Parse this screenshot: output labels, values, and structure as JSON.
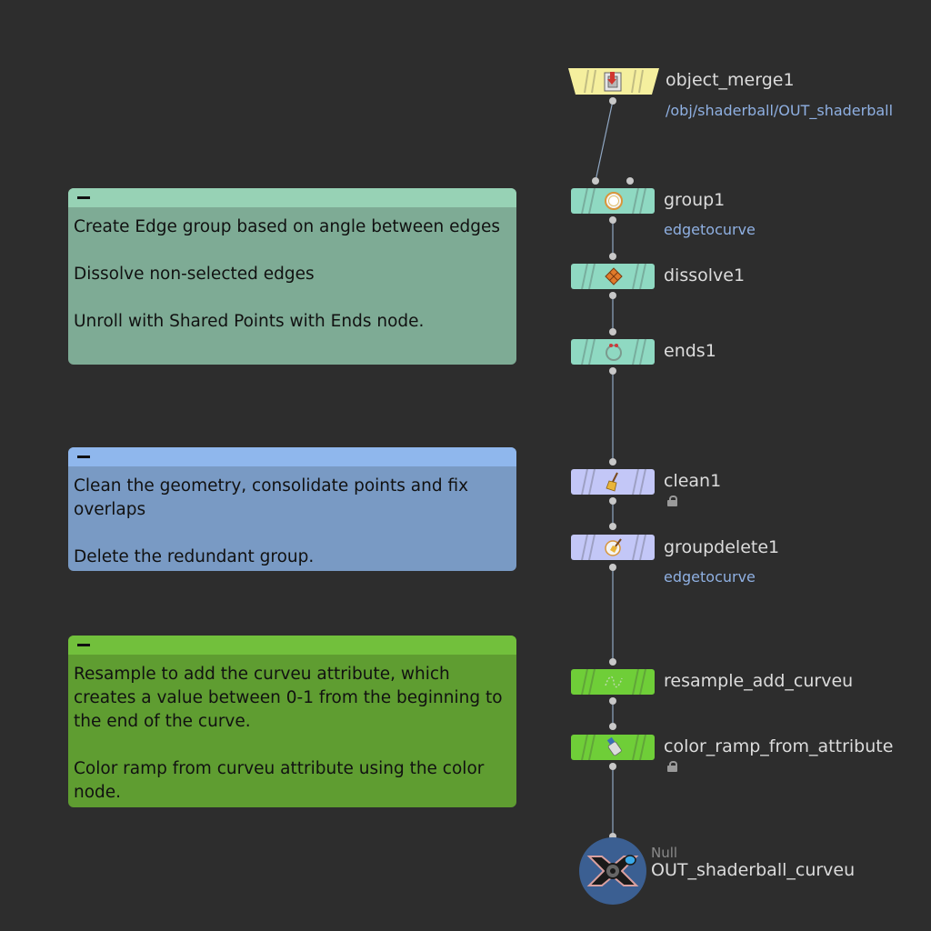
{
  "colors": {
    "background": "#2d2d2d",
    "wire": "#8fa6c2",
    "sticky_teal_bar": "#97d2b5",
    "sticky_teal_body": "#7eab95",
    "sticky_blue_bar": "#8fb7ed",
    "sticky_blue_body": "#799ac4",
    "sticky_green_bar": "#72c03c",
    "sticky_green_body": "#5f9d31",
    "node_yellow": "#f5ef9e",
    "node_teal": "#8fd9c2",
    "node_lavender": "#c3c7f7",
    "node_green": "#6fce38"
  },
  "sticky_notes": [
    {
      "text": "Create Edge group based on angle between edges\n\nDissolve non-selected edges\n\nUnroll with Shared Points with Ends node."
    },
    {
      "text": "Clean the geometry, consolidate points and fix overlaps\n\nDelete the redundant group."
    },
    {
      "text": "Resample to add the curveu attribute, which creates a value between 0-1 from the beginning to the end of the curve.\n\nColor ramp from curveu attribute using the color node."
    }
  ],
  "nodes": {
    "object_merge1": {
      "name": "object_merge1",
      "path": "/obj/shaderball/OUT_shaderball",
      "icon": "object-merge-icon"
    },
    "group1": {
      "name": "group1",
      "group_label": "edgetocurve",
      "icon": "group-icon"
    },
    "dissolve1": {
      "name": "dissolve1",
      "icon": "dissolve-icon"
    },
    "ends1": {
      "name": "ends1",
      "icon": "ends-icon"
    },
    "clean1": {
      "name": "clean1",
      "locked": true,
      "icon": "broom-icon"
    },
    "groupdelete1": {
      "name": "groupdelete1",
      "group_label": "edgetocurve",
      "icon": "group-delete-icon"
    },
    "resample_add_curveu": {
      "name": "resample_add_curveu",
      "icon": "resample-icon"
    },
    "color_ramp_from_attribute": {
      "name": "color_ramp_from_attribute",
      "locked": true,
      "icon": "color-icon"
    },
    "out": {
      "type": "Null",
      "name": "OUT_shaderball_curveu",
      "icon": "null-icon"
    }
  }
}
